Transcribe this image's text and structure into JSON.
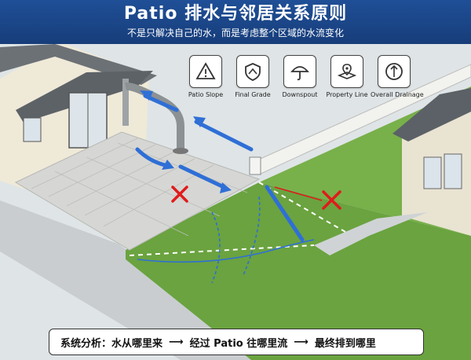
{
  "header": {
    "title": "Patio 排水与邻居关系原则",
    "subtitle": "不是只解决自己的水，而是考虑整个区域的水流变化"
  },
  "icons": [
    {
      "label": "Patio Slope",
      "icon": "slope-warning-icon"
    },
    {
      "label": "Final Grade",
      "icon": "grade-shield-icon"
    },
    {
      "label": "Downspout",
      "icon": "umbrella-icon"
    },
    {
      "label": "Property Line",
      "icon": "property-pin-icon"
    },
    {
      "label": "Overall Drainage",
      "icon": "drainage-shield-icon"
    }
  ],
  "bottom": {
    "part1": "系统分析：水从哪里来",
    "arrow": "⟶",
    "part2": "经过 Patio 往哪里流",
    "part3": "最终排到哪里"
  },
  "colors": {
    "header_bg": "#1f4f97",
    "flow_arrow": "#2f6fd6",
    "x_mark": "#e01b1b",
    "grass": "#6aa33f"
  }
}
